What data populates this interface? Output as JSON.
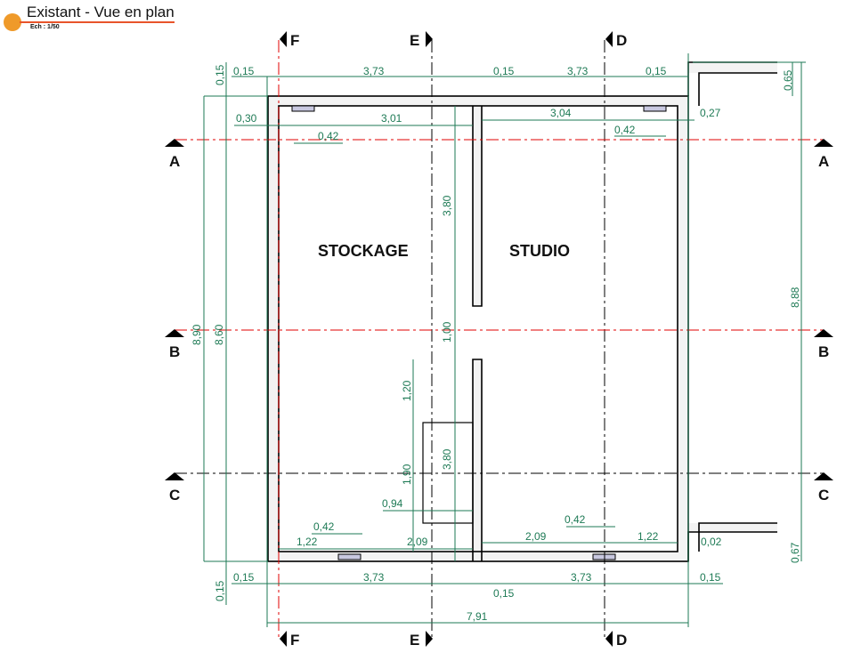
{
  "header": {
    "title": "Existant - Vue en plan",
    "scale": "Ech : 1/50",
    "accent": "#ef9a2a",
    "underline": "#e8542a"
  },
  "rooms": [
    "STOCKAGE",
    "STUDIO"
  ],
  "sections": {
    "top": [
      "F",
      "E",
      "D"
    ],
    "bottom": [
      "F",
      "E",
      "D"
    ],
    "left": [
      "A",
      "B",
      "C"
    ],
    "right": [
      "A",
      "B",
      "C"
    ]
  },
  "colors": {
    "dimension": "#1e7a55",
    "section_line": "#e00000",
    "wall": "#000000",
    "window": "#c8c8e0"
  },
  "dimensions": [
    "0,15",
    "3,73",
    "0,15",
    "3,73",
    "0,15",
    "0,15",
    "0,30",
    "3,01",
    "0,42",
    "3,04",
    "0,42",
    "0,27",
    "0,65",
    "3,80",
    "1,00",
    "8,90",
    "8,60",
    "8,88",
    "1,20",
    "1,90",
    "3,80",
    "0,94",
    "0,42",
    "1,22",
    "2,09",
    "2,09",
    "0,42",
    "1,22",
    "0,02",
    "0,67",
    "0,15",
    "0,15",
    "3,73",
    "0,15",
    "3,73",
    "0,15",
    "7,91"
  ]
}
